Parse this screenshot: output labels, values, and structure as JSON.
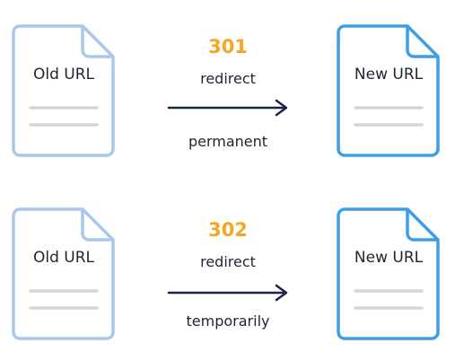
{
  "colors": {
    "old_doc_stroke": "#a9c8ec",
    "new_doc_stroke": "#3d9ee8",
    "doc_lines": "#d3d6da",
    "code_orange": "#f5a623",
    "arrow_navy": "#1a2348",
    "text_dark": "#1f2430"
  },
  "rows": [
    {
      "old_label": "Old URL",
      "new_label": "New URL",
      "code": "301",
      "word": "redirect",
      "type": "permanent"
    },
    {
      "old_label": "Old URL",
      "new_label": "New URL",
      "code": "302",
      "word": "redirect",
      "type": "temporarily"
    }
  ]
}
